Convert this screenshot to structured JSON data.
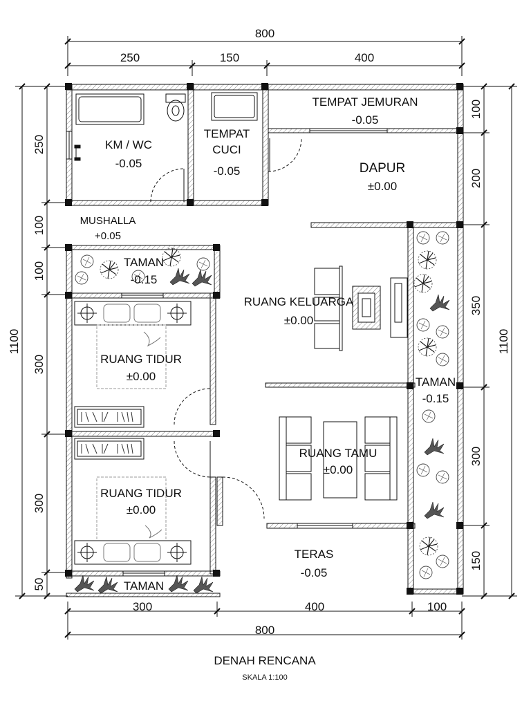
{
  "title": "DENAH RENCANA",
  "scale": "SKALA 1:100",
  "dimensions": {
    "top_total": "800",
    "top_segments": [
      "250",
      "150",
      "400"
    ],
    "bottom_segments": [
      "300",
      "400",
      "100"
    ],
    "bottom_total": "800",
    "left_total": "1100",
    "left_segments": [
      "250",
      "100",
      "100",
      "300",
      "300",
      "50"
    ],
    "right_total": "1100",
    "right_segments": [
      "100",
      "200",
      "350",
      "300",
      "150"
    ]
  },
  "rooms": {
    "km_wc": {
      "name": "KM / WC",
      "level": "-0.05"
    },
    "tempat_cuci": {
      "name_line1": "TEMPAT",
      "name_line2": "CUCI",
      "level": "-0.05"
    },
    "tempat_jemuran": {
      "name": "TEMPAT JEMURAN",
      "level": "-0.05"
    },
    "dapur": {
      "name": "DAPUR",
      "level": "±0.00"
    },
    "mushalla": {
      "name": "MUSHALLA",
      "level": "+0.05"
    },
    "taman_left": {
      "name": "TAMAN",
      "level": "-0.15"
    },
    "ruang_keluarga": {
      "name": "RUANG KELUARGA",
      "level": "±0.00"
    },
    "ruang_tidur_1": {
      "name": "RUANG TIDUR",
      "level": "±0.00"
    },
    "ruang_tidur_2": {
      "name": "RUANG TIDUR",
      "level": "±0.00"
    },
    "taman_right": {
      "name": "TAMAN",
      "level": "-0.15"
    },
    "ruang_tamu": {
      "name": "RUANG TAMU",
      "level": "±0.00"
    },
    "teras": {
      "name": "TERAS",
      "level": "-0.05"
    },
    "taman_bottom": {
      "name": "TAMAN"
    }
  },
  "colors": {
    "line": "#111111",
    "hatch": "#888888",
    "plant": "#333333"
  }
}
